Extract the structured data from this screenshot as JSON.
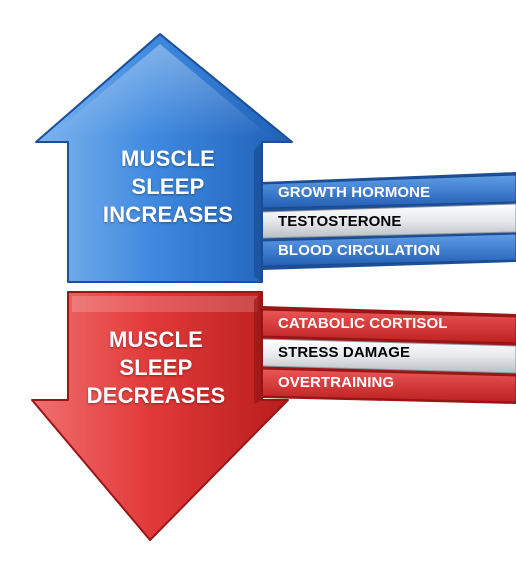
{
  "increase": {
    "label_lines": [
      "MUSCLE",
      "SLEEP",
      "INCREASES"
    ],
    "bands": [
      {
        "text": "GROWTH HORMONE"
      },
      {
        "text": "TESTOSTERONE"
      },
      {
        "text": "BLOOD CIRCULATION"
      }
    ],
    "colors": {
      "arrow": "#3f8ae0",
      "band": "#2f6fc4",
      "highlight": "#e6eaee"
    }
  },
  "decrease": {
    "label_lines": [
      "MUSCLE",
      "SLEEP",
      "DECREASES"
    ],
    "bands": [
      {
        "text": "CATABOLIC CORTISOL"
      },
      {
        "text": "STRESS DAMAGE"
      },
      {
        "text": "OVERTRAINING"
      }
    ],
    "colors": {
      "arrow": "#e23a3a",
      "band": "#d12a2a",
      "highlight": "#eeeeee"
    }
  }
}
